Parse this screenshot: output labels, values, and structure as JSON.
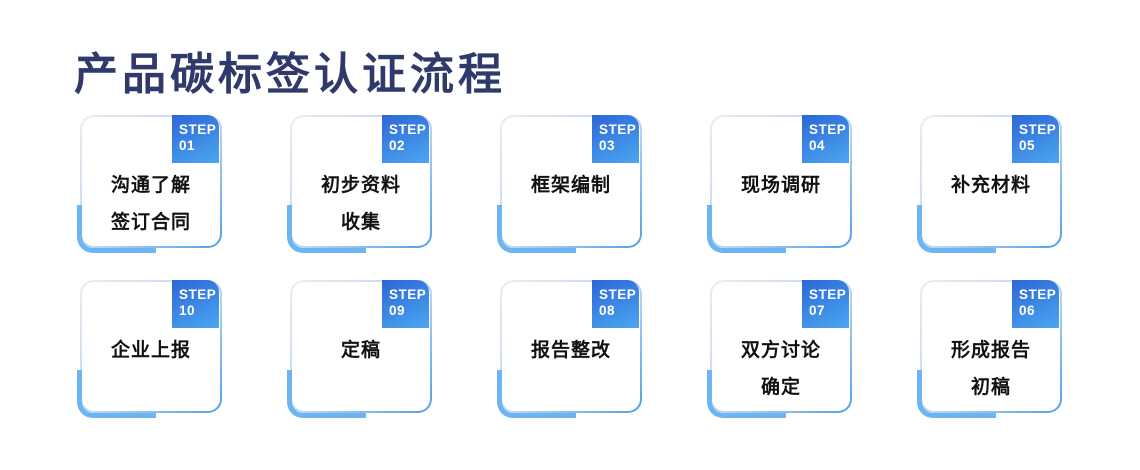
{
  "header": {
    "title": "产品碳标签认证流程"
  },
  "badge": {
    "label": "STEP"
  },
  "colors": {
    "page_bg": "#ffffff",
    "title_color": "#2f3a6b",
    "badge_start": "#2c67d6",
    "badge_end": "#4ba6f1",
    "border_start": "#ececee",
    "border_end": "#4f9fe9",
    "accent": "#6cb4f2",
    "card_text": "#111111"
  },
  "cards": [
    {
      "number": "01",
      "lines": [
        "沟通了解",
        "签订合同"
      ]
    },
    {
      "number": "02",
      "lines": [
        "初步资料",
        "收集"
      ]
    },
    {
      "number": "03",
      "lines": [
        "框架编制"
      ]
    },
    {
      "number": "04",
      "lines": [
        "现场调研"
      ]
    },
    {
      "number": "05",
      "lines": [
        "补充材料"
      ]
    },
    {
      "number": "10",
      "lines": [
        "企业上报"
      ]
    },
    {
      "number": "09",
      "lines": [
        "定稿"
      ]
    },
    {
      "number": "08",
      "lines": [
        "报告整改"
      ]
    },
    {
      "number": "07",
      "lines": [
        "双方讨论",
        "确定"
      ]
    },
    {
      "number": "06",
      "lines": [
        "形成报告",
        "初稿"
      ]
    }
  ]
}
